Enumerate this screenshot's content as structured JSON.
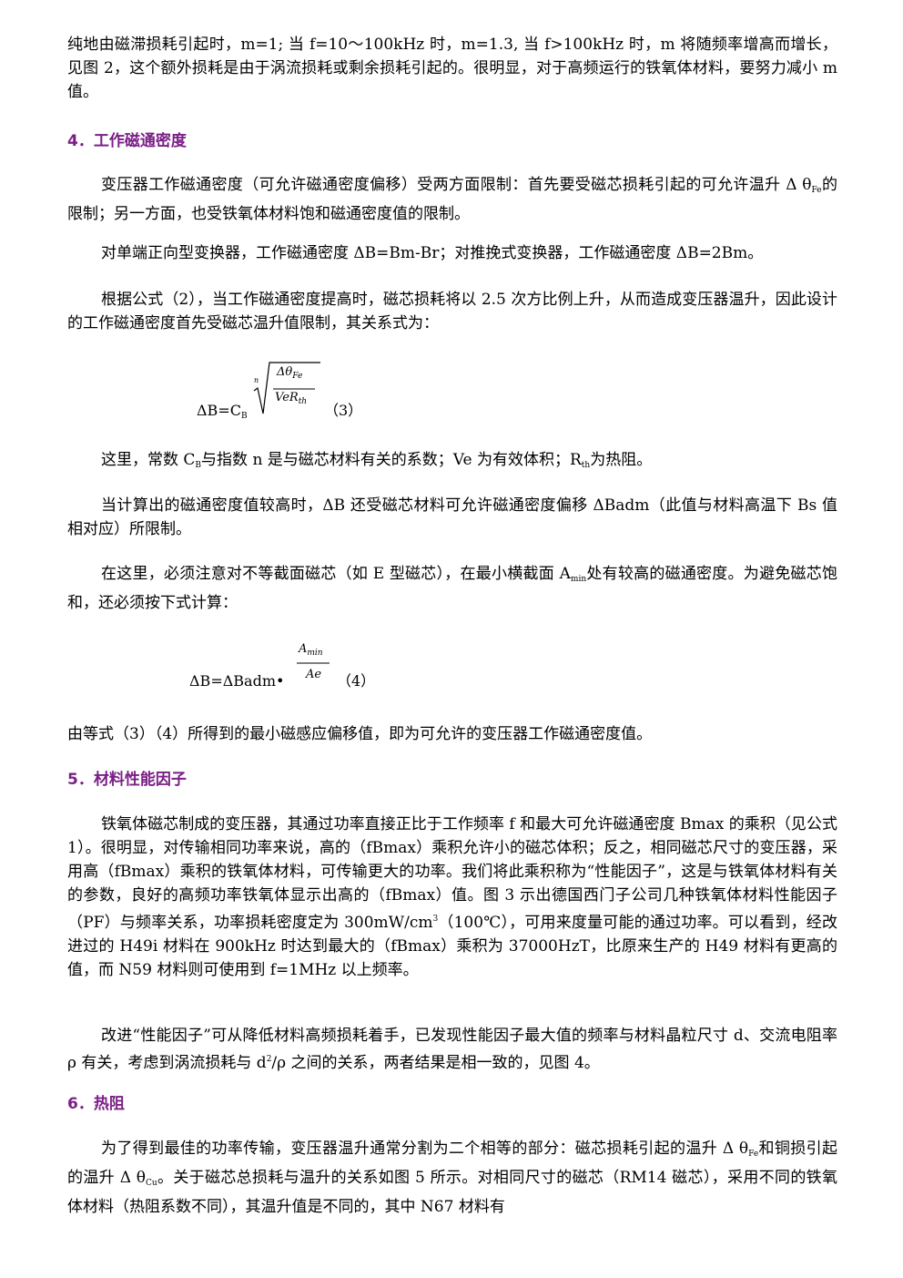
{
  "p_intro": {
    "a": "纯地由磁滞损耗引起时，m=1; 当 f=10～100kHz 时，m=1.3, 当 f>100kHz 时，m 将随频率增高而增长，见图 2，这个额外损耗是由于涡流损耗或剩余损耗引起的。很明显，对于高频运行的铁氧体材料，要努力减小 m 值。"
  },
  "sec4": {
    "title": "4．工作磁通密度",
    "p1a": "变压器工作磁通密度（可允许磁通密度偏移）受两方面限制：首先要受磁芯损耗引起的可允许温升 Δ θ",
    "p1_sub": "Fe",
    "p1b": "的限制；另一方面，也受铁氧体材料饱和磁通密度值的限制。",
    "p2": "对单端正向型变换器，工作磁通密度 ΔB=Bm-Br；对推挽式变换器，工作磁通密度 ΔB=2Bm。",
    "p3": "根据公式（2），当工作磁通密度提高时，磁芯损耗将以 2.5 次方比例上升，从而造成变压器温升，因此设计的工作磁通密度首先受磁芯温升值限制，其关系式为：",
    "f3_lhs": "ΔB=C",
    "f3_lhs_sub": "B",
    "f3_root_index": "n",
    "f3_num": "Δθ",
    "f3_num_sub": "Fe",
    "f3_den": "VeR",
    "f3_den_sub": "th",
    "f3_label": "（3）",
    "p4a": "这里，常数 C",
    "p4_sub1": "B",
    "p4b": "与指数 n 是与磁芯材料有关的系数；Ve 为有效体积；R",
    "p4_sub2": "th",
    "p4c": "为热阻。",
    "p5": "当计算出的磁通密度值较高时，ΔB 还受磁芯材料可允许磁通密度偏移 ΔBadm（此值与材料高温下 Bs 值相对应）所限制。",
    "p6a": "在这里，必须注意对不等截面磁芯（如 E 型磁芯），在最小横截面 A",
    "p6_sub": "min",
    "p6b": "处有较高的磁通密度。为避免磁芯饱和，还必须按下式计算：",
    "f4_lhs": "ΔB=ΔBadm•",
    "f4_num": "A",
    "f4_num_sub": "min",
    "f4_den": "Ae",
    "f4_label": "（4）",
    "p7": "由等式（3）（4）所得到的最小磁感应偏移值，即为可允许的变压器工作磁通密度值。"
  },
  "sec5": {
    "title": "5．材料性能因子",
    "p1a": "铁氧体磁芯制成的变压器，其通过功率直接正比于工作频率 f 和最大可允许磁通密度 Bmax 的乘积（见公式 1）。很明显，对传输相同功率来说，高的（fBmax）乘积允许小的磁芯体积；反之，相同磁芯尺寸的变压器，采用高（fBmax）乘积的铁氧体材料，可传输更大的功率。我们将此乘积称为“性能因子”，这是与铁氧体材料有关的参数，良好的高频功率铁氧体显示出高的（fBmax）值。图 3 示出德国西门子公司几种铁氧体材料性能因子（PF）与频率关系，功率损耗密度定为 300mW/cm",
    "p1_sup": "3",
    "p1b": "（100℃），可用来度量可能的通过功率。可以看到，经改进过的 H49i 材料在 900kHz 时达到最大的（fBmax）乘积为 37000HzT，比原来生产的 H49 材料有更高的值，而 N59 材料则可使用到 f=1MHz 以上频率。",
    "p2a": "改进“性能因子”可从降低材料高频损耗着手，已发现性能因子最大值的频率与材料晶粒尺寸 d、交流电阻率 ρ 有关，考虑到涡流损耗与 d",
    "p2_sup": "2",
    "p2b": "/ρ 之间的关系，两者结果是相一致的，见图 4。"
  },
  "sec6": {
    "title": "6．热阻",
    "p1a": "为了得到最佳的功率传输，变压器温升通常分割为二个相等的部分：磁芯损耗引起的温升 Δ θ",
    "p1_sub1": "Fe",
    "p1b": "和铜损引起的温升 Δ θ",
    "p1_sub2": "Cu",
    "p1c": "。关于磁芯总损耗与温升的关系如图 5 所示。对相同尺寸的磁芯（RM14 磁芯），采用不同的铁氧体材料（热阻系数不同），其温升值是不同的，其中 N67 材料有"
  }
}
